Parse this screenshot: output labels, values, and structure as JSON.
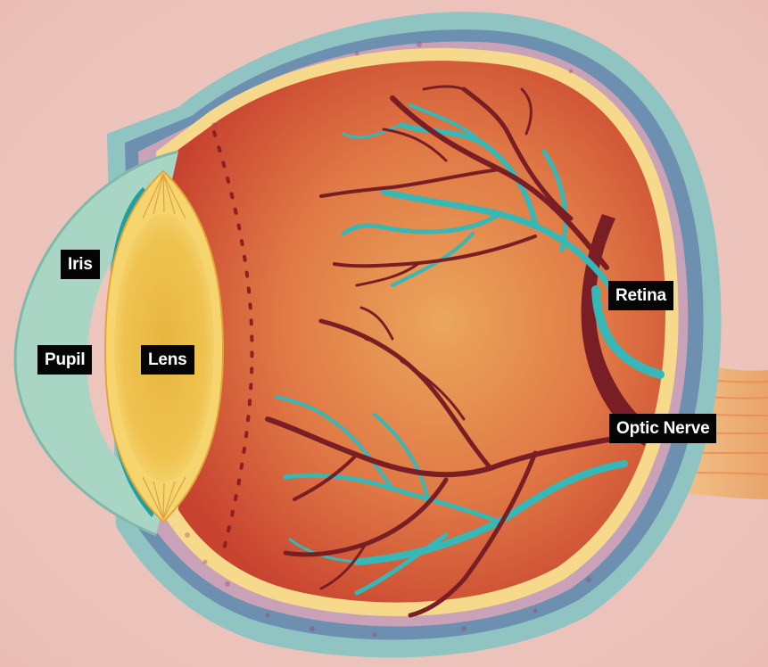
{
  "labels": {
    "iris": "Iris",
    "pupil": "Pupil",
    "lens": "Lens",
    "retina": "Retina",
    "optic_nerve": "Optic Nerve"
  },
  "colors": {
    "background": "#efc7bf",
    "sclera_outer": "#8fc4c2",
    "sclera_mid": "#6d8fb0",
    "choroid": "#c9a2b8",
    "retina_band": "#f6d98b",
    "vitreous": "#d9663b",
    "vitreous_center": "#eaa35a",
    "cornea": "#a9d6c4",
    "iris": "#1f9fa2",
    "lens": "#efc350",
    "lens_rim": "#f7d56e",
    "optic_nerve": "#f3c98a",
    "artery": "#7a1e26",
    "vein": "#35b8b6",
    "label_bg": "#050505",
    "label_text": "#ffffff"
  },
  "icons": [
    "eye-cross-section"
  ]
}
